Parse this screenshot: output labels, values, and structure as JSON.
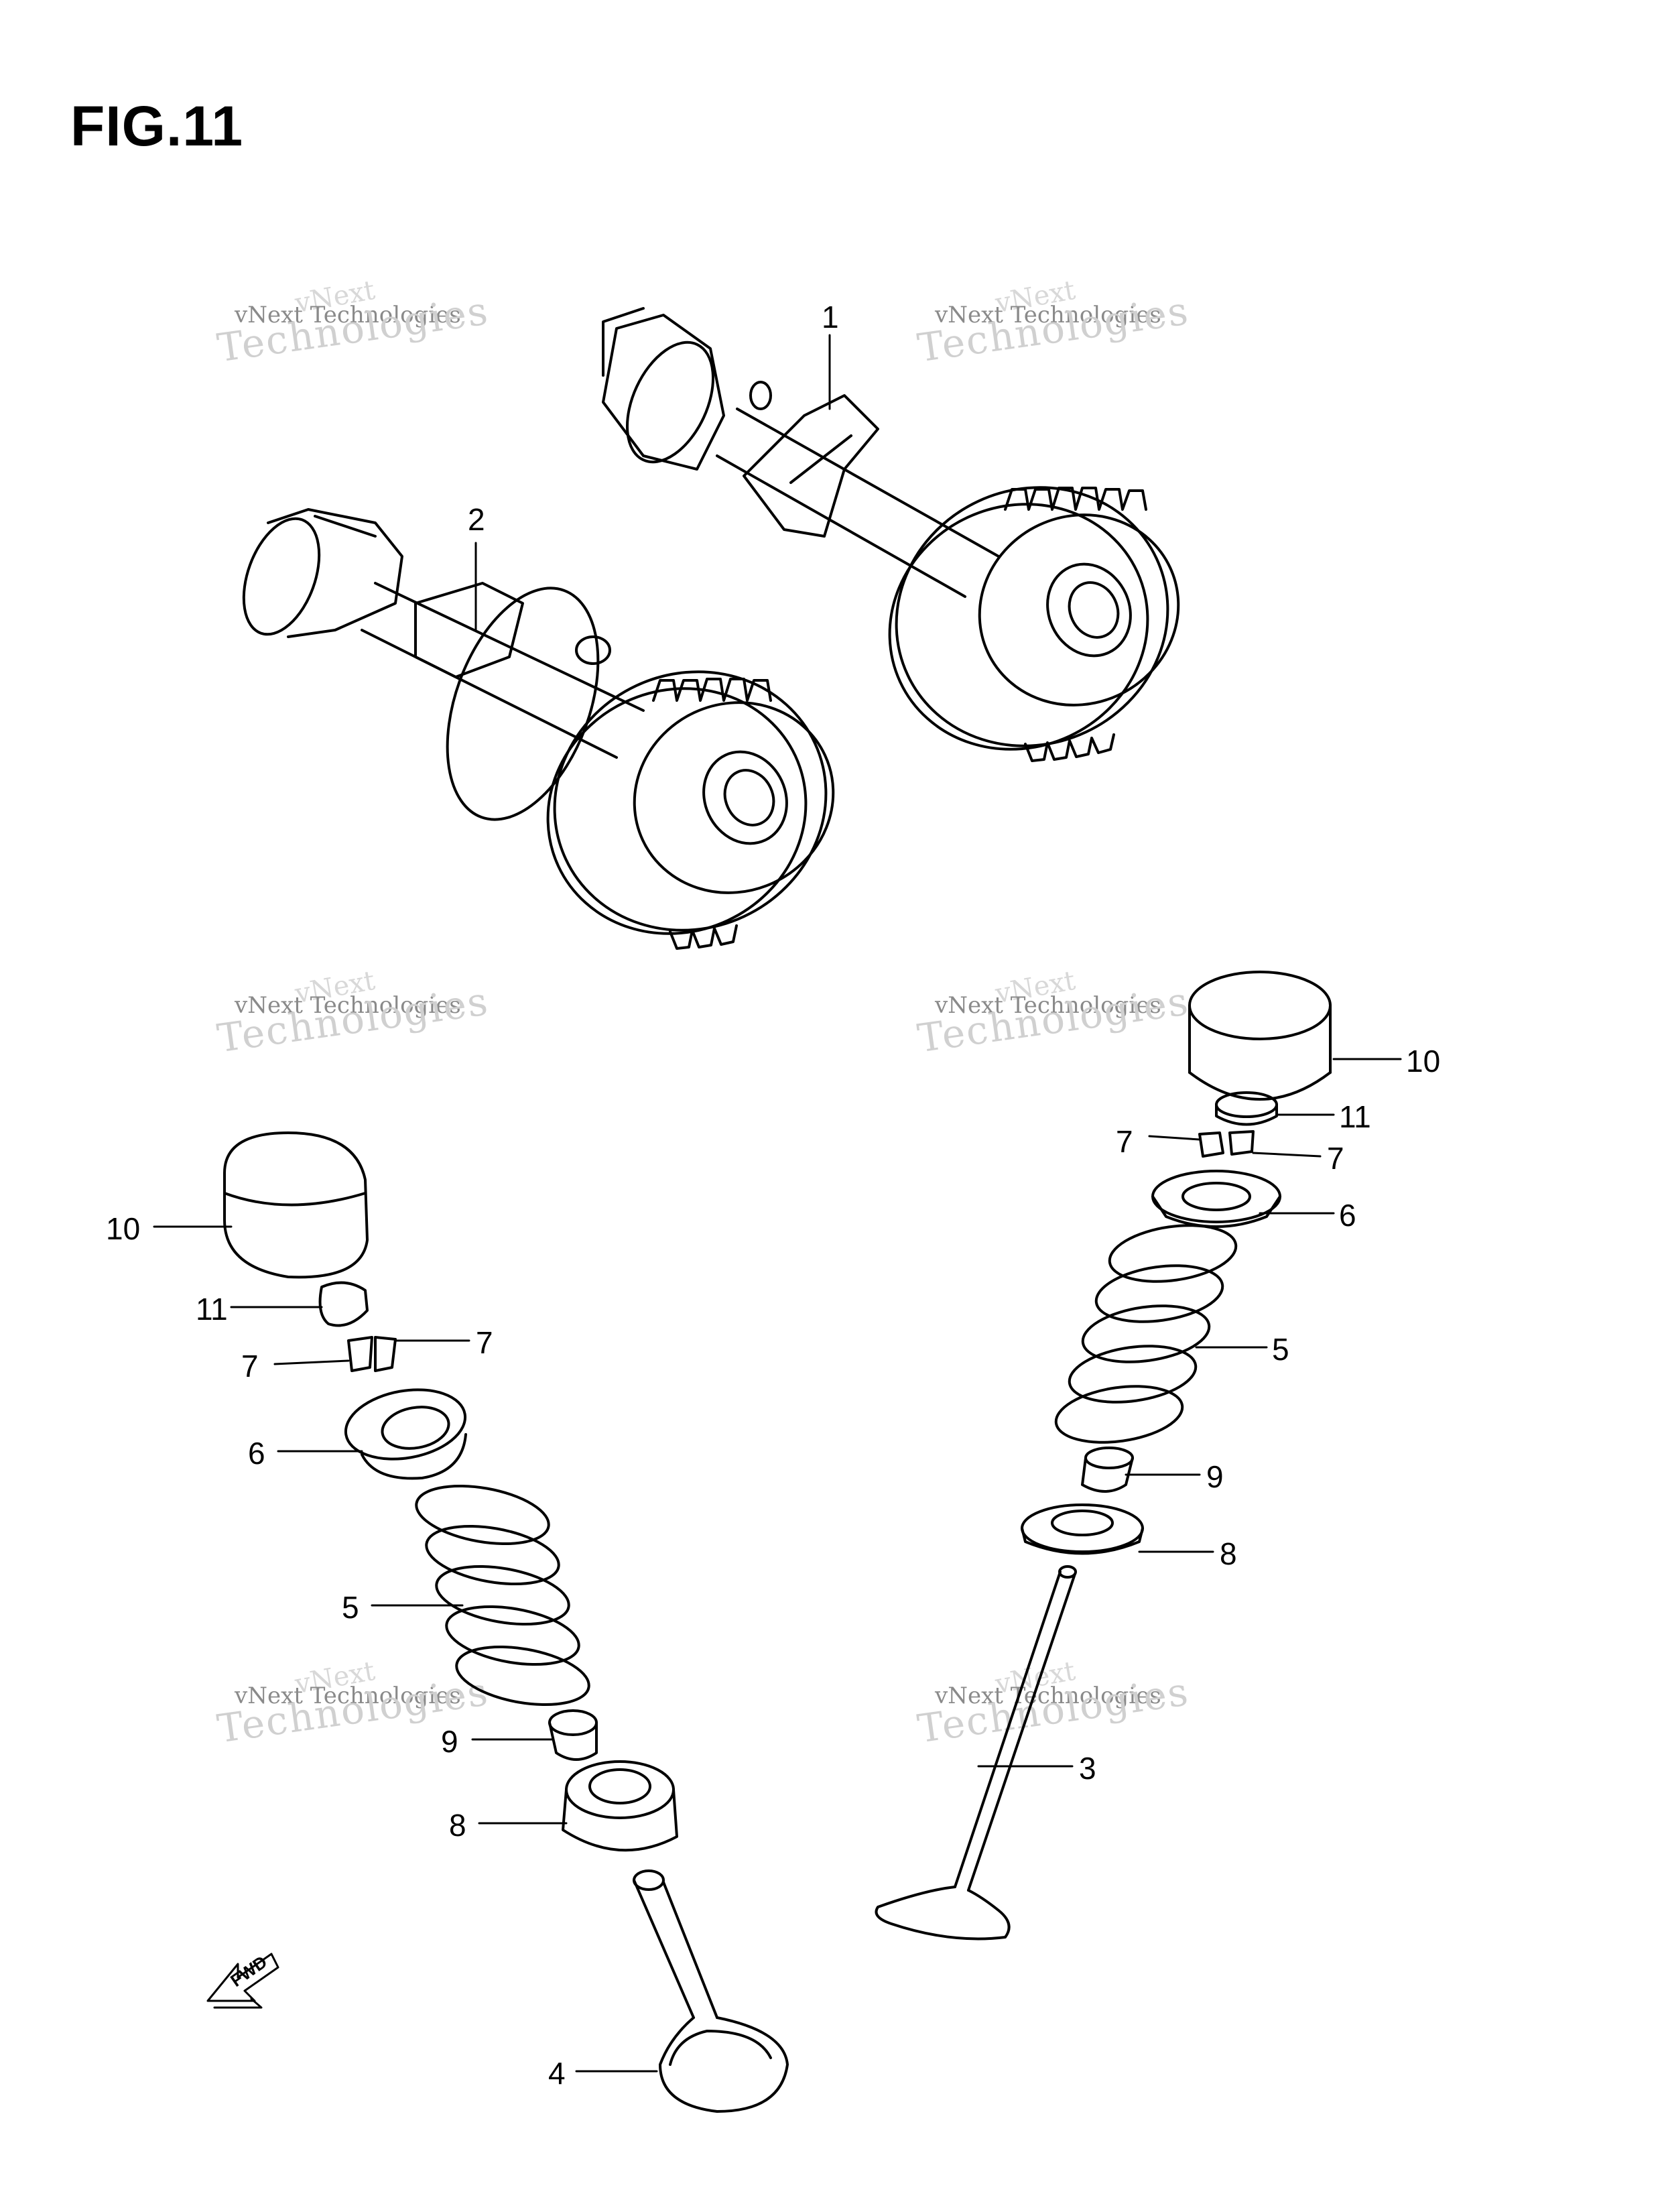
{
  "title": "FIG.11",
  "watermark": {
    "line1": "vNext Technologies",
    "line2": "Technologies",
    "line0": "vNext"
  },
  "fwd_label": "FWD",
  "callouts": [
    {
      "id": "c1",
      "text": "1"
    },
    {
      "id": "c2",
      "text": "2"
    },
    {
      "id": "c10r",
      "text": "10"
    },
    {
      "id": "c11r",
      "text": "11"
    },
    {
      "id": "c7ra",
      "text": "7"
    },
    {
      "id": "c7rb",
      "text": "7"
    },
    {
      "id": "c6r",
      "text": "6"
    },
    {
      "id": "c5r",
      "text": "5"
    },
    {
      "id": "c9r",
      "text": "9"
    },
    {
      "id": "c8r",
      "text": "8"
    },
    {
      "id": "c3",
      "text": "3"
    },
    {
      "id": "c10l",
      "text": "10"
    },
    {
      "id": "c11l",
      "text": "11"
    },
    {
      "id": "c7la",
      "text": "7"
    },
    {
      "id": "c7lb",
      "text": "7"
    },
    {
      "id": "c6l",
      "text": "6"
    },
    {
      "id": "c5l",
      "text": "5"
    },
    {
      "id": "c9l",
      "text": "9"
    },
    {
      "id": "c8l",
      "text": "8"
    },
    {
      "id": "c4",
      "text": "4"
    }
  ]
}
